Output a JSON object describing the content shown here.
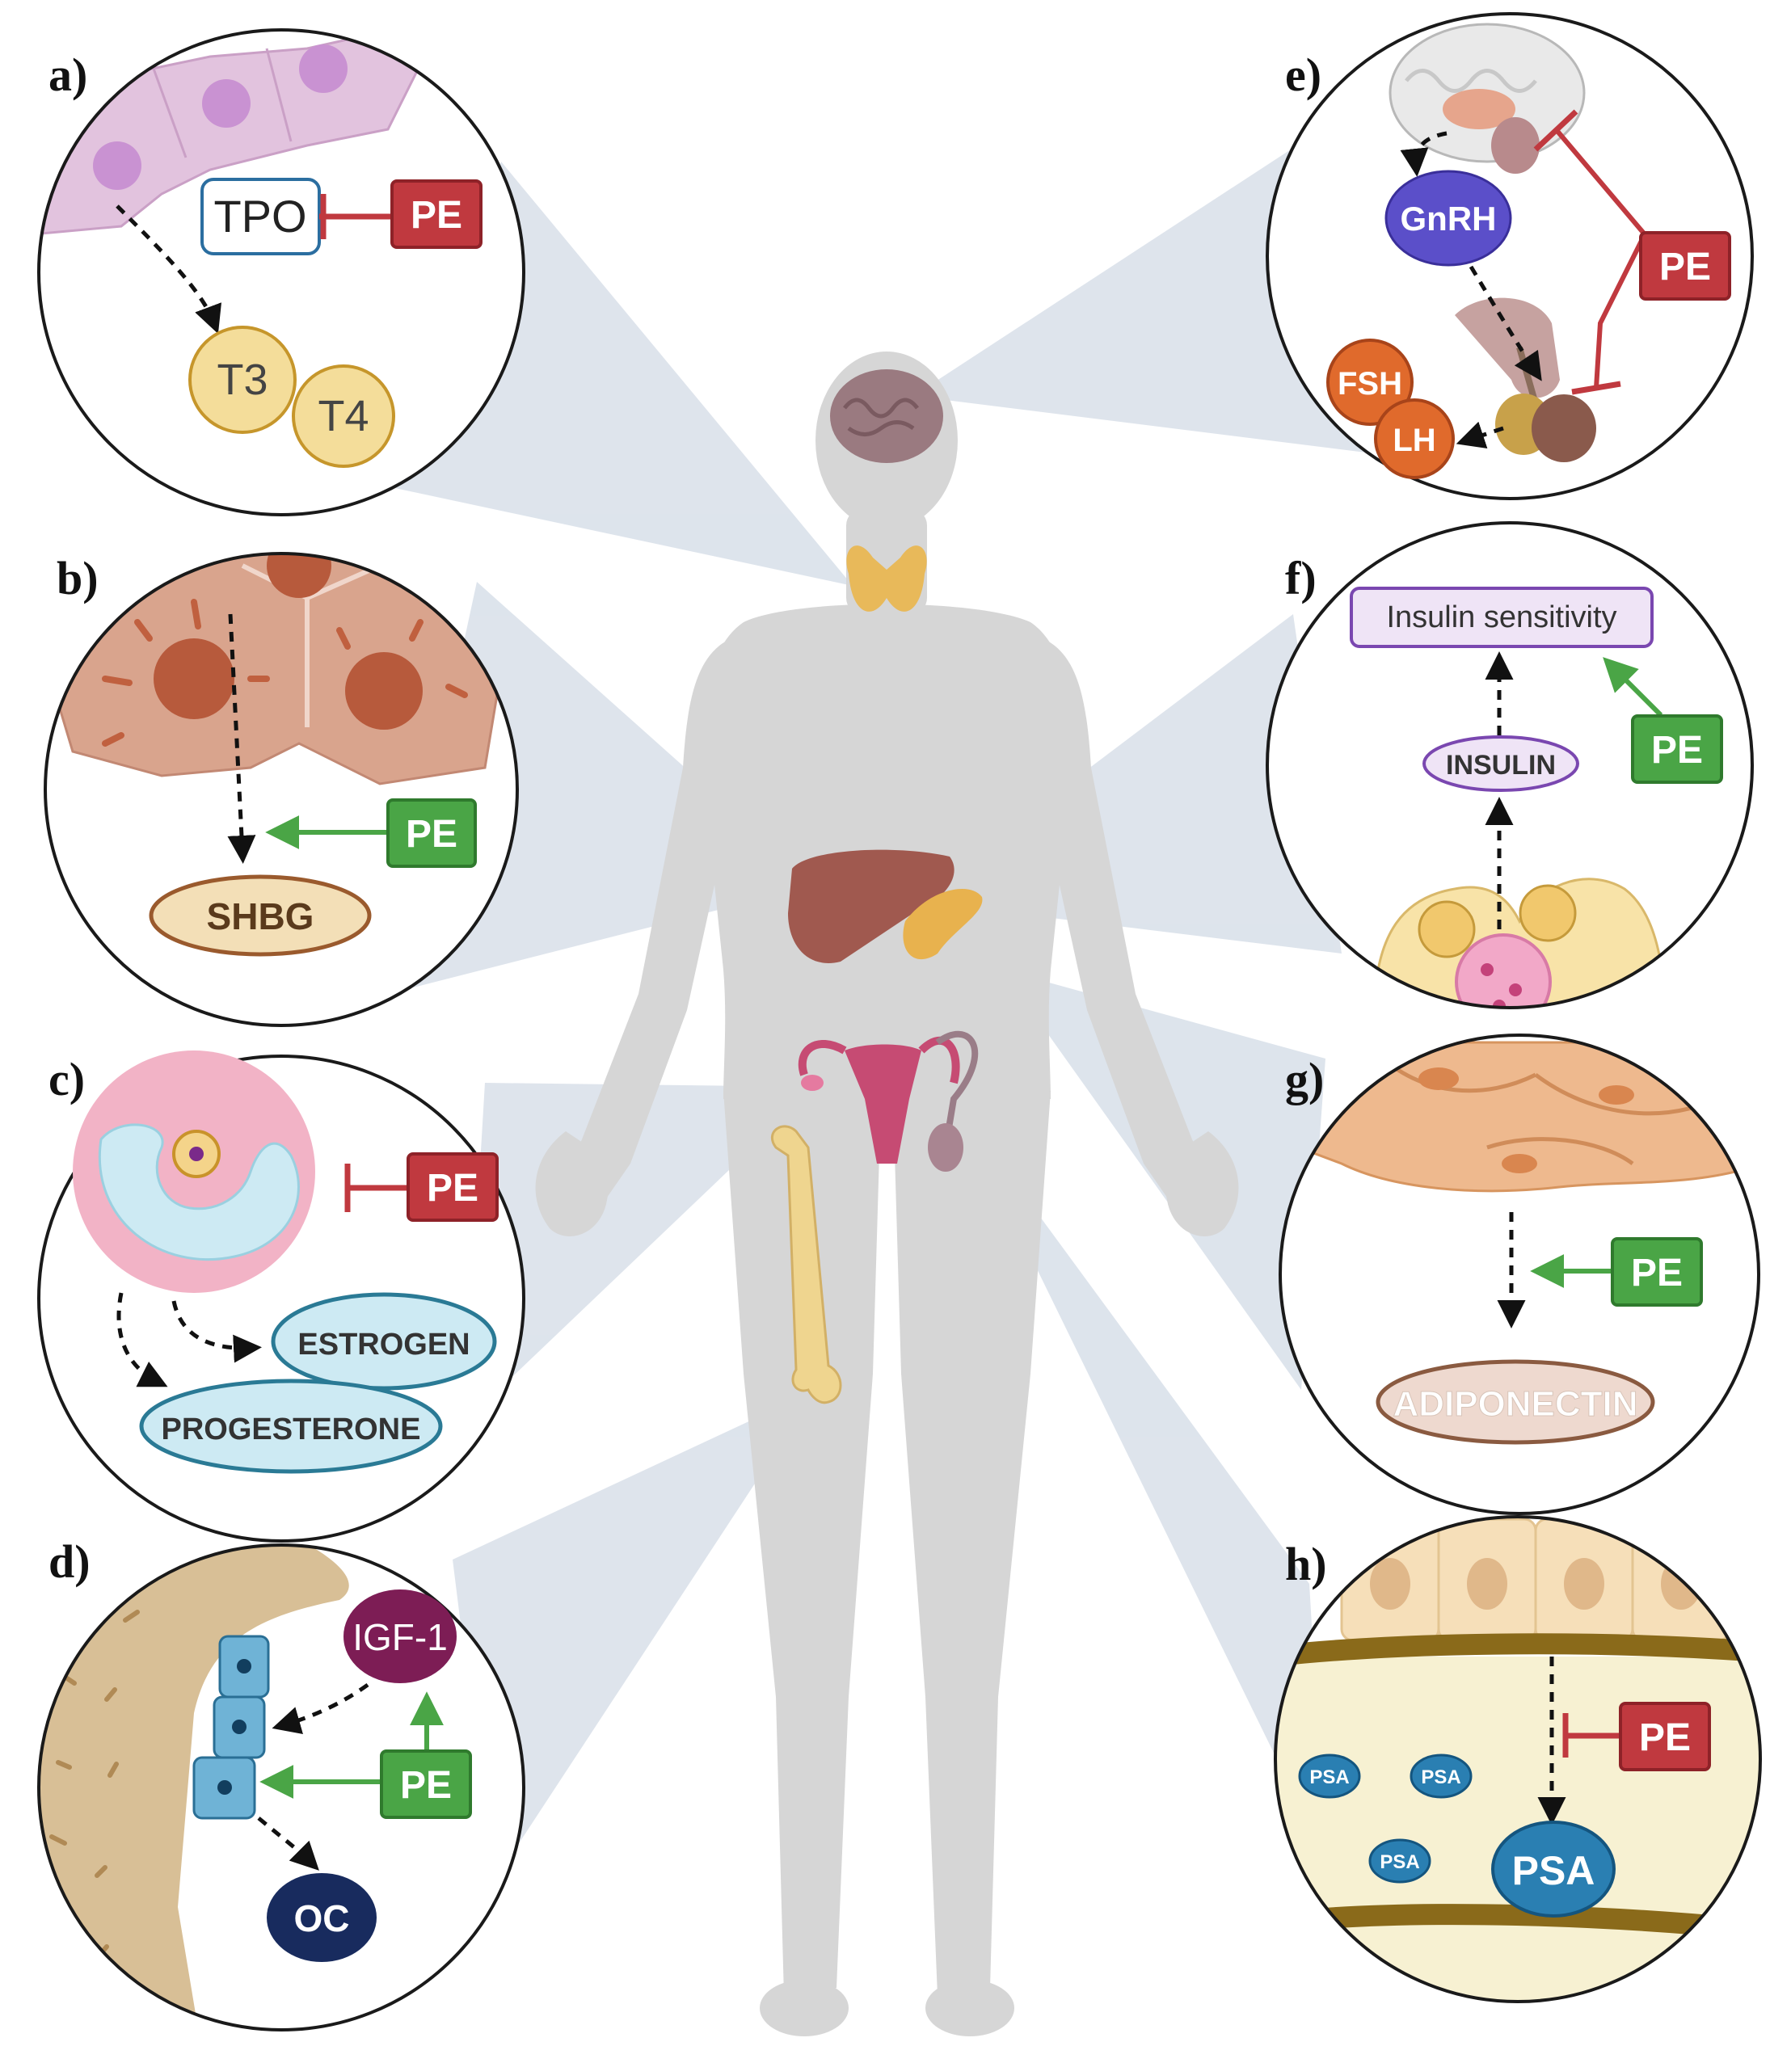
{
  "colors": {
    "silhouette": "#d6d6d6",
    "projection": "#c3cedd",
    "inhibit": "#c0393f",
    "stimulate": "#4aa546",
    "circle_stroke": "#1a1a1a"
  },
  "pe_label": "PE",
  "panels": {
    "a": {
      "letter": "a)",
      "tpo": "TPO",
      "t3": "T3",
      "t4": "T4",
      "pe_effect": "inhibit"
    },
    "b": {
      "letter": "b)",
      "shbg": "SHBG",
      "pe_effect": "stimulate"
    },
    "c": {
      "letter": "c)",
      "estrogen": "ESTROGEN",
      "progesterone": "PROGESTERONE",
      "pe_effect": "inhibit"
    },
    "d": {
      "letter": "d)",
      "igf1": "IGF-1",
      "oc": "OC",
      "pe_effect": "stimulate"
    },
    "e": {
      "letter": "e)",
      "gnrh": "GnRH",
      "fsh": "FSH",
      "lh": "LH",
      "pe_effect": "inhibit"
    },
    "f": {
      "letter": "f)",
      "insulin_sensitivity": "Insulin sensitivity",
      "insulin": "INSULIN",
      "pe_effect": "stimulate"
    },
    "g": {
      "letter": "g)",
      "adiponectin": "ADIPONECTIN",
      "pe_effect": "stimulate"
    },
    "h": {
      "letter": "h)",
      "psa": "PSA",
      "pe_effect": "inhibit"
    }
  }
}
